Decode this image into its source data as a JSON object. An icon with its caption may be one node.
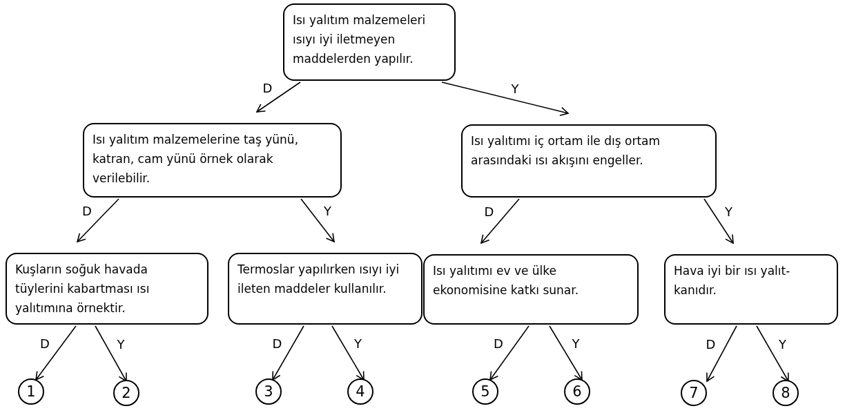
{
  "diagram": {
    "nodes": [
      {
        "text": [
          "Isı yalıtım malzemeleri ısıyı iyi iletmeyen maddelerden yapılır."
        ]
      },
      {
        "text": [
          "Isı yalıtım malzemelerine taş yünü, katran, cam yünü örnek olarak verilebilir."
        ]
      },
      {
        "text": [
          "Isı yalıtımı iç ortam ile dış ortam arasındaki ısı akışını engeller."
        ]
      },
      {
        "text": [
          "Kuşların soğuk havada tüylerini kabartması ısı yalıtımına örnektir."
        ]
      },
      {
        "text": [
          "Termoslar yapılırken ısıyı iyi ileten maddeler kullanılır."
        ]
      },
      {
        "text": [
          "Isı yalıtımı ev ve ülke ekonomisine katkı sunar."
        ]
      },
      {
        "text": [
          "Hava iyi bir ısı yalıt-kanıdır."
        ]
      },
      {
        "text": [
          "1"
        ]
      },
      {
        "text": [
          "2"
        ]
      },
      {
        "text": [
          "3"
        ]
      },
      {
        "text": [
          "4"
        ]
      },
      {
        "text": [
          "5"
        ]
      },
      {
        "text": [
          "6"
        ]
      },
      {
        "text": [
          "7"
        ]
      },
      {
        "text": [
          "8"
        ]
      }
    ],
    "edges": [
      {
        "from": 0,
        "to": 1,
        "arrow": "to",
        "label": "D"
      },
      {
        "from": 0,
        "to": 2,
        "arrow": "to",
        "label": "Y"
      },
      {
        "from": 1,
        "to": 3,
        "arrow": "to",
        "label": "D"
      },
      {
        "from": 1,
        "to": 4,
        "arrow": "to",
        "label": "Y"
      },
      {
        "from": 2,
        "to": 5,
        "arrow": "to",
        "label": "D"
      },
      {
        "from": 2,
        "to": 6,
        "arrow": "to",
        "label": "Y"
      },
      {
        "from": 3,
        "to": 7,
        "arrow": "to",
        "label": "D"
      },
      {
        "from": 3,
        "to": 8,
        "arrow": "to",
        "label": "Y"
      },
      {
        "from": 4,
        "to": 9,
        "arrow": "to",
        "label": "D"
      },
      {
        "from": 4,
        "to": 10,
        "arrow": "to",
        "label": "Y"
      },
      {
        "from": 5,
        "to": 11,
        "arrow": "to",
        "label": "D"
      },
      {
        "from": 5,
        "to": 12,
        "arrow": "to",
        "label": "Y"
      },
      {
        "from": 6,
        "to": 13,
        "arrow": "to",
        "label": "D"
      },
      {
        "from": 6,
        "to": 14,
        "arrow": "to",
        "label": "Y"
      }
    ]
  }
}
